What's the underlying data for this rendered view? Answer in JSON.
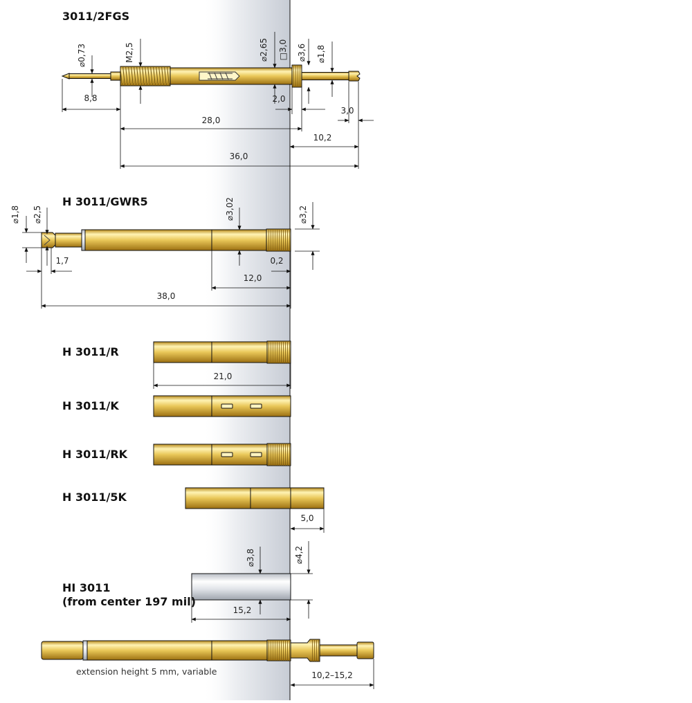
{
  "labels": {
    "fgs": "3011/2FGS",
    "gwr5": "H 3011/GWR5",
    "r": "H 3011/R",
    "k": "H 3011/K",
    "rk": "H 3011/RK",
    "k5": "H 3011/5K",
    "hi_1": "HI 3011",
    "hi_2": "(from center 197 mil)"
  },
  "caption": "extension height 5 mm, variable",
  "dims": {
    "fgs": {
      "d073": "⌀0,73",
      "m25": "M2,5",
      "d265": "⌀2,65",
      "sq30": "□3,0",
      "d36": "⌀3,6",
      "d18": "⌀1,8",
      "l88": "8,8",
      "l20": "2,0",
      "l30": "3,0",
      "l280": "28,0",
      "l102": "10,2",
      "l360": "36,0"
    },
    "gwr5": {
      "d18": "⌀1,8",
      "d25": "⌀2,5",
      "d302": "⌀3,02",
      "d32": "⌀3,2",
      "l17": "1,7",
      "l02": "0,2",
      "l120": "12,0",
      "l380": "38,0"
    },
    "r": {
      "l210": "21,0"
    },
    "k5": {
      "l50": "5,0"
    },
    "hi": {
      "d38": "⌀3,8",
      "d42": "⌀4,2",
      "l152": "15,2"
    },
    "ext": {
      "range": "10,2–15,2"
    }
  },
  "colors": {
    "brass_light": "#fff0a8",
    "brass_mid": "#e2bd4e",
    "brass_dark": "#a67a14",
    "panel_light": "#ffffff",
    "panel_dark": "#c6cbd4",
    "line": "#111111"
  }
}
